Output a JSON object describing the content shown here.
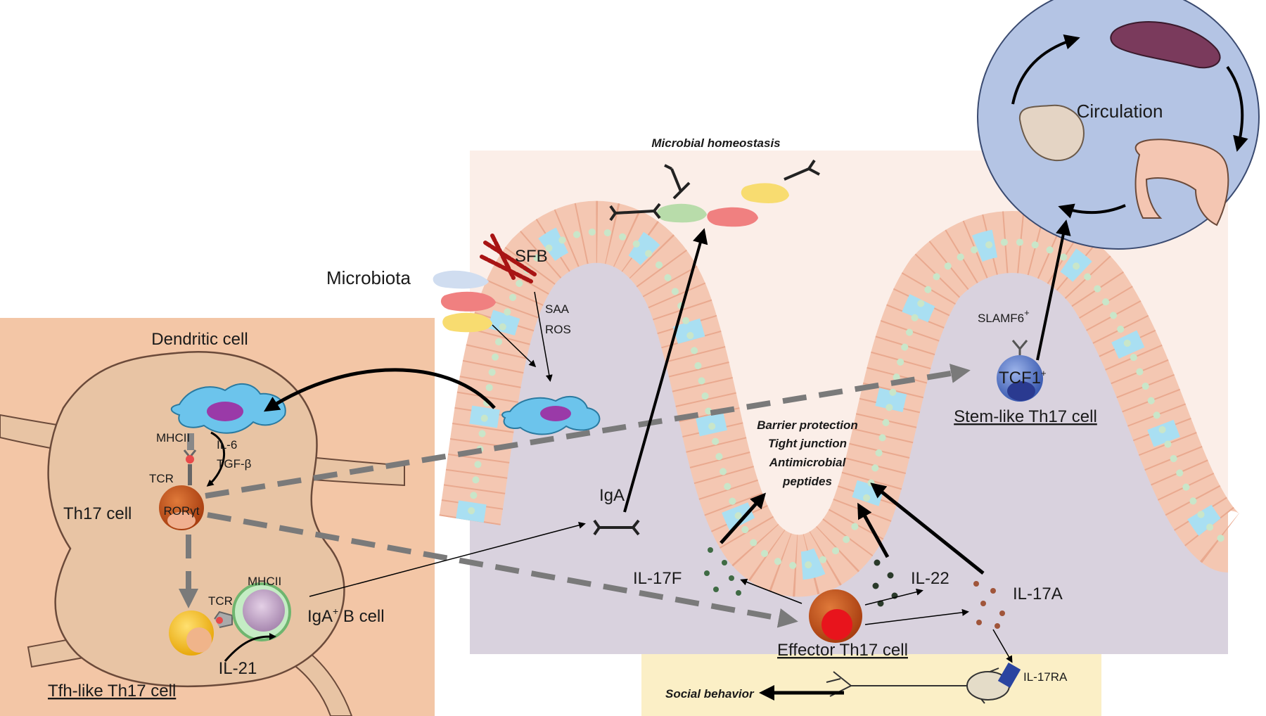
{
  "labels": {
    "microbial_homeostasis": "Microbial homeostasis",
    "circulation": "Circulation",
    "sfb": "SFB",
    "microbiota": "Microbiota",
    "saa": "SAA",
    "ros": "ROS",
    "dendritic_cell": "Dendritic cell",
    "mhcii_dc": "MHCII",
    "il6": "IL-6",
    "tgfb": "TGF-β",
    "tcr_top": "TCR",
    "th17_cell": "Th17 cell",
    "rorgt": "RORγt",
    "tcr_bottom": "TCR",
    "mhcii_b": "MHCII",
    "iga_b_cell_main": "IgA",
    "iga_b_cell_sup": "+",
    "iga_b_cell_rest": " B cell",
    "il21": "IL-21",
    "tfh_like": "Tfh-like Th17 cell",
    "iga": "IgA",
    "barrier_1": "Barrier protection",
    "barrier_2": "Tight junction",
    "barrier_3": "Antimicrobial",
    "barrier_4": "peptides",
    "slamf6_main": "SLAMF6",
    "slamf6_sup": "+",
    "tcf1_main": "TCF1",
    "tcf1_sup": "+",
    "stem_like": "Stem-like Th17 cell",
    "il17f": "IL-17F",
    "il22": "IL-22",
    "il17a": "IL-17A",
    "effector": "Effector Th17 cell",
    "il17ra": "IL-17RA",
    "social": "Social behavior"
  },
  "colors": {
    "lymph_panel": "#f3c6a6",
    "lymph_node": "#e8c4a4",
    "gut_bg": "#fbeee8",
    "lamina_propria": "#d9d2de",
    "circulation": "#b4c4e4",
    "neuron_panel": "#fbefc6",
    "dc": "#6cc4ec",
    "th17": "#c4531c",
    "effector_core": "#e8141c",
    "tfh": "#f4c01c",
    "stem": "#4a6cc0",
    "b_cell": "#c4a8c8",
    "dashed_arrow": "#7a7a7a",
    "il17f_dots": "#3f6b44",
    "il22_dots": "#2a3a2a",
    "il17a_dots": "#a0553a"
  },
  "icons": [
    "dendritic-cell-icon",
    "th17-cell-icon",
    "tfh-cell-icon",
    "b-cell-icon",
    "stem-cell-icon",
    "effector-cell-icon",
    "neuron-icon",
    "spleen-icon",
    "colon-icon",
    "bladder-icon",
    "antibody-icon",
    "bacteria-icon",
    "sfb-filament-icon",
    "receptor-icon"
  ]
}
